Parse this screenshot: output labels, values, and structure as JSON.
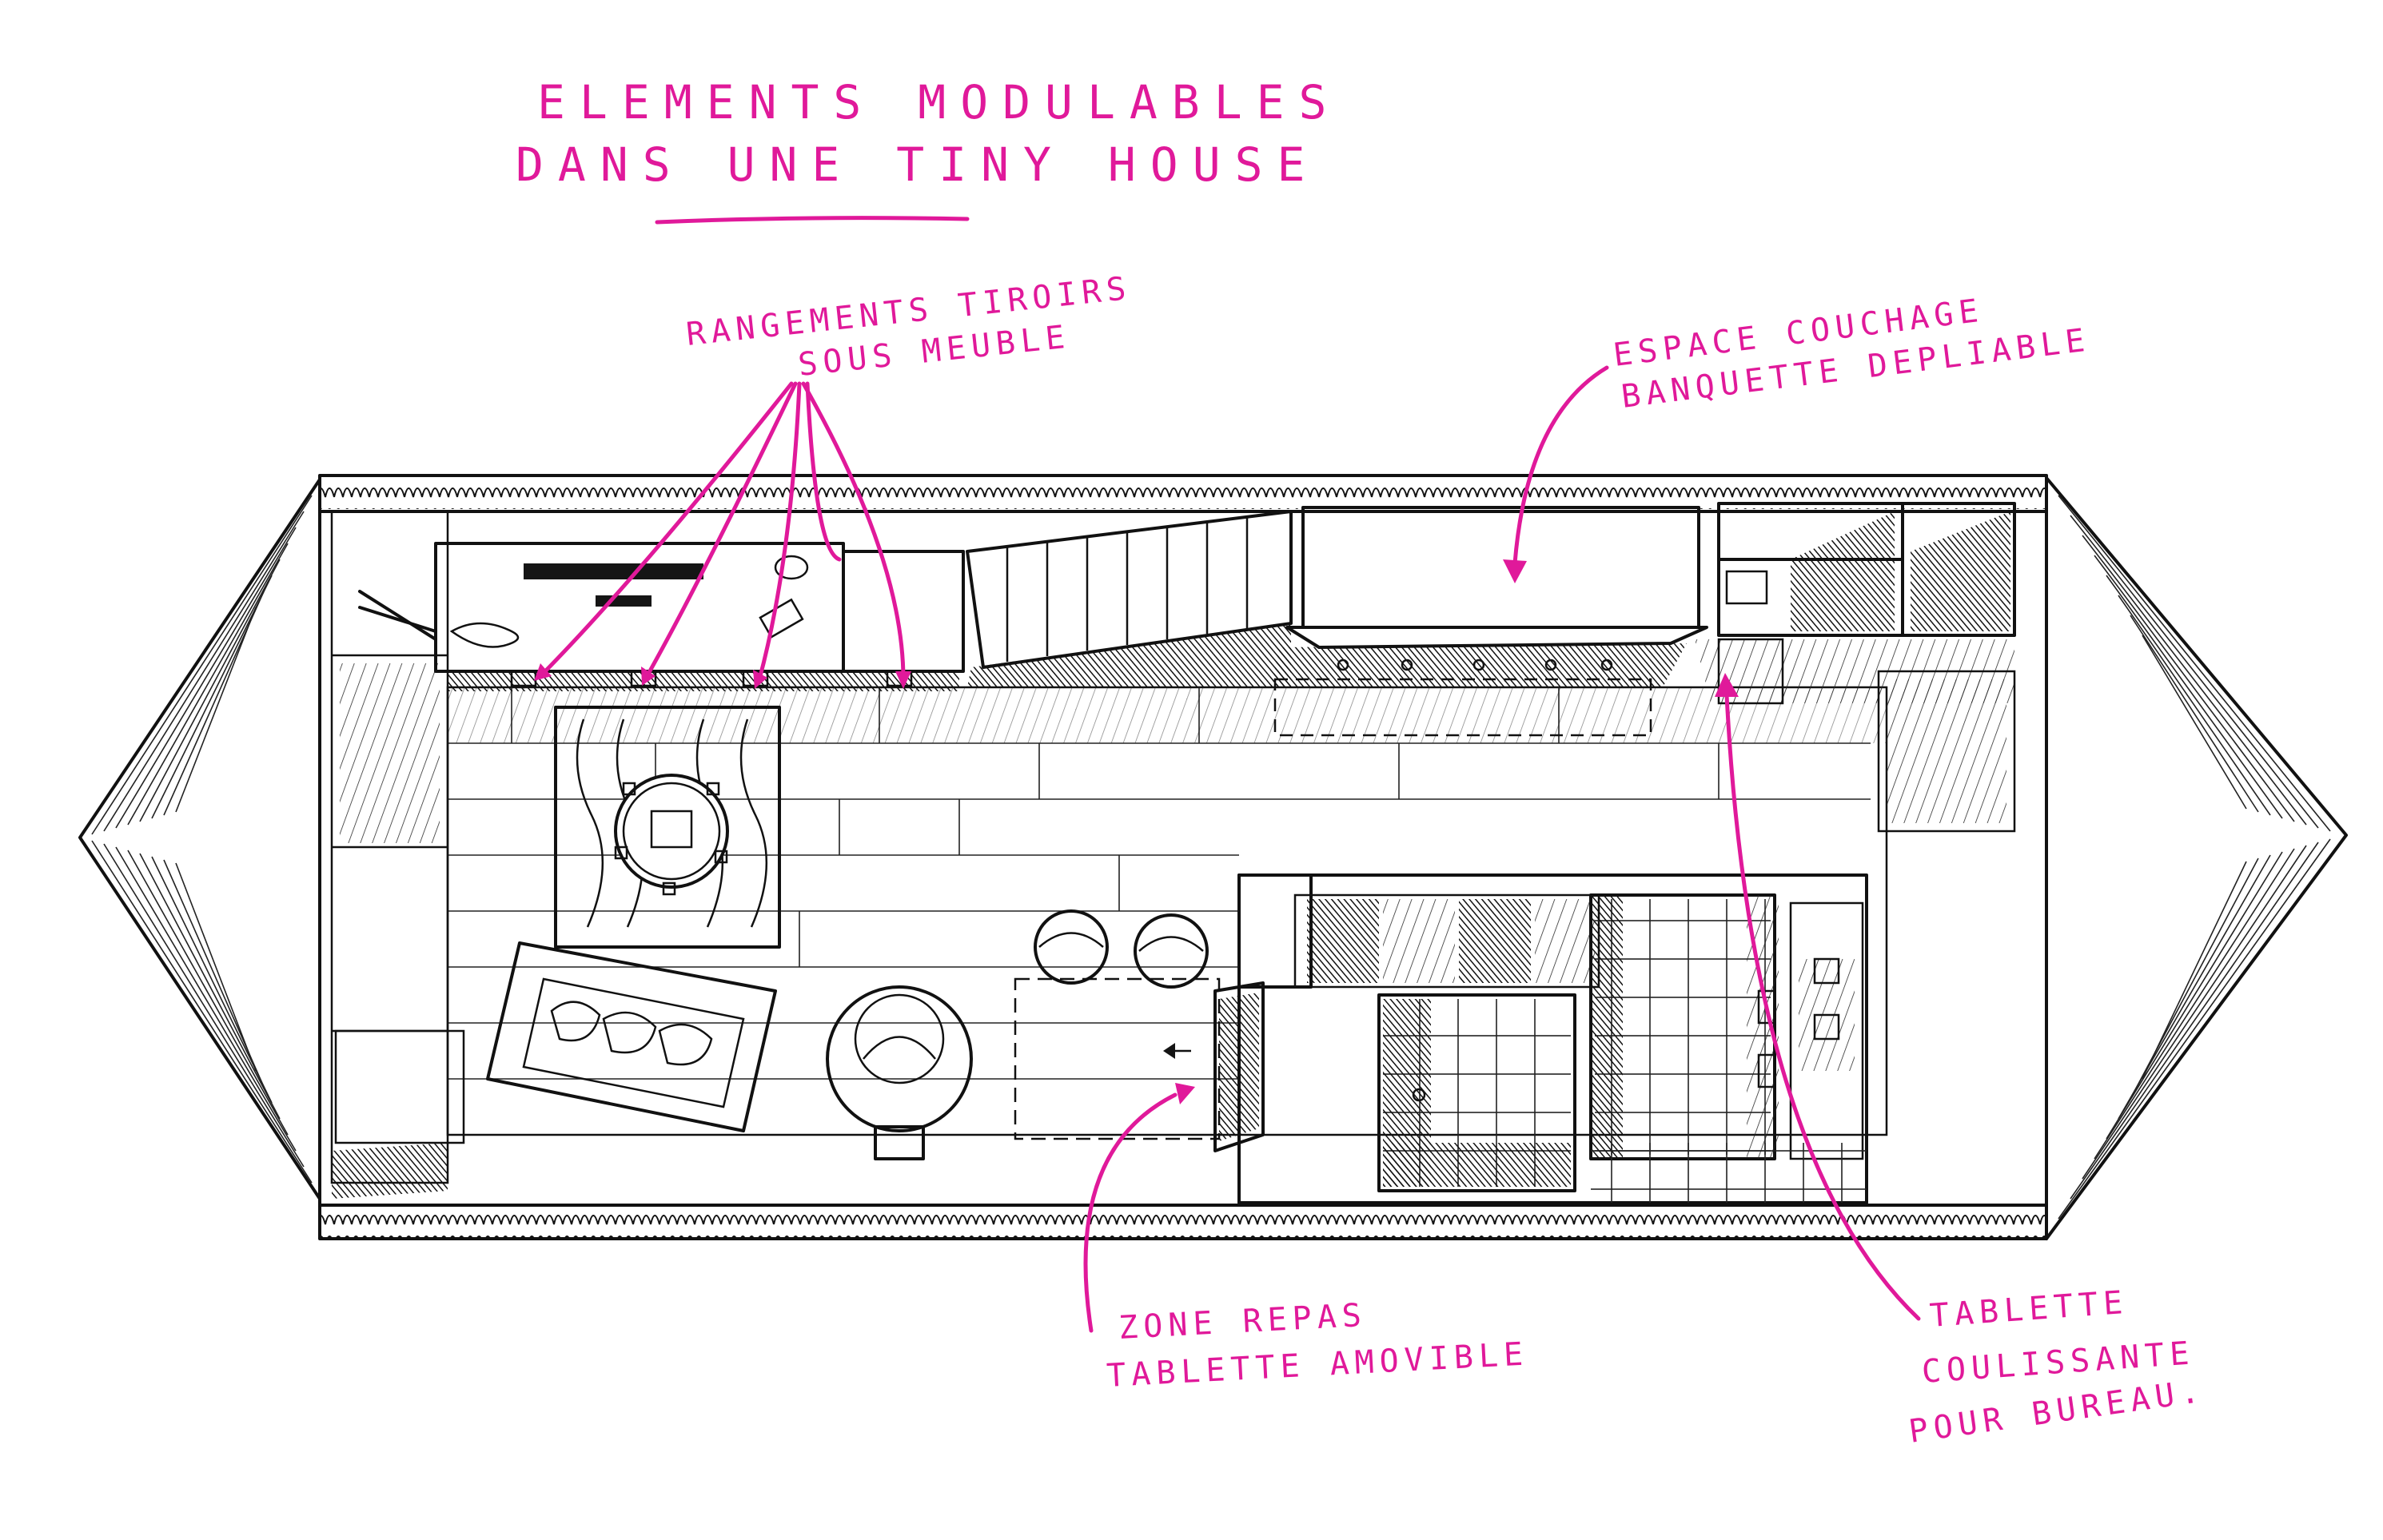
{
  "title": {
    "line1": "ELEMENTS MODULABLES",
    "line2": "DANS UNE TINY HOUSE"
  },
  "annotations": {
    "drawers": {
      "line1": "RANGEMENTS TIROIRS",
      "line2": "SOUS MEUBLE"
    },
    "sleeping": {
      "line1": "ESPACE COUCHAGE",
      "line2": "BANQUETTE DEPLIABLE"
    },
    "dining": {
      "line1": "ZONE REPAS",
      "line2": "TABLETTE AMOVIBLE"
    },
    "desk": {
      "line1": "TABLETTE",
      "line2": "COULISSANTE",
      "line3": "POUR BUREAU."
    }
  },
  "colors": {
    "ink": "#111111",
    "annotation": "#e0199a",
    "paper": "#ffffff"
  }
}
